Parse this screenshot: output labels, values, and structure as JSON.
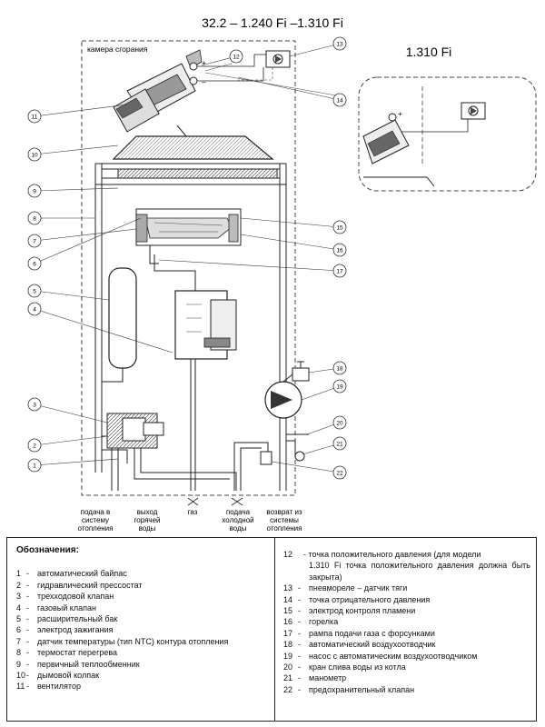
{
  "title": "32.2 – 1.240 Fi –1.310 Fi",
  "inset_title": "1.310 Fi",
  "chamber_label": "камера сгорания",
  "plus_sign": "+",
  "minus_sign": "–",
  "callouts": [
    "1",
    "2",
    "3",
    "4",
    "5",
    "6",
    "7",
    "8",
    "9",
    "10",
    "11",
    "12",
    "13",
    "14",
    "15",
    "16",
    "17",
    "18",
    "19",
    "20",
    "21",
    "22"
  ],
  "bottom_labels": [
    {
      "lines": [
        "подача в",
        "систему",
        "отопления"
      ]
    },
    {
      "lines": [
        "выход",
        "горячей",
        "воды"
      ]
    },
    {
      "lines": [
        "газ"
      ]
    },
    {
      "lines": [
        "подача",
        "холодной",
        "воды"
      ]
    },
    {
      "lines": [
        "возврат из",
        "системы",
        "отопления"
      ]
    }
  ],
  "legend": {
    "title": "Обозначения:",
    "left": [
      {
        "n": "1",
        "text": "автоматический байпас"
      },
      {
        "n": "2",
        "text": "гидравлический прессостат"
      },
      {
        "n": "3",
        "text": "трехходовой клапан"
      },
      {
        "n": "4",
        "text": "газовый клапан"
      },
      {
        "n": "5",
        "text": "расширительный бак"
      },
      {
        "n": "6",
        "text": "электрод зажигания"
      },
      {
        "n": "7",
        "text": "датчик температуры (тип NTC) контура отопления"
      },
      {
        "n": "8",
        "text": "термостат перегрева"
      },
      {
        "n": "9",
        "text": "первичный теплообменник"
      },
      {
        "n": "10",
        "text": "дымовой колпак"
      },
      {
        "n": "11",
        "text": "вентилятор"
      }
    ],
    "right_first": {
      "n": "12",
      "line1": "- точка положительного давления (для модели",
      "rest": "1.310 Fi точка положительного давления должна быть закрыта)"
    },
    "right": [
      {
        "n": "13",
        "text": "пневмореле – датчик тяги"
      },
      {
        "n": "14",
        "text": "точка отрицательного давления"
      },
      {
        "n": "15",
        "text": "электрод контроля пламени"
      },
      {
        "n": "16",
        "text": "горелка"
      },
      {
        "n": "17",
        "text": "рампа подачи газа с форсунками"
      },
      {
        "n": "18",
        "text": "автоматический воздухоотводчик"
      },
      {
        "n": "19",
        "text": "насос с автоматическим воздухоотводчиком"
      },
      {
        "n": "20",
        "text": "кран слива воды из котла"
      },
      {
        "n": "21",
        "text": "манометр"
      },
      {
        "n": "22",
        "text": "предохранительный клапан"
      }
    ]
  }
}
